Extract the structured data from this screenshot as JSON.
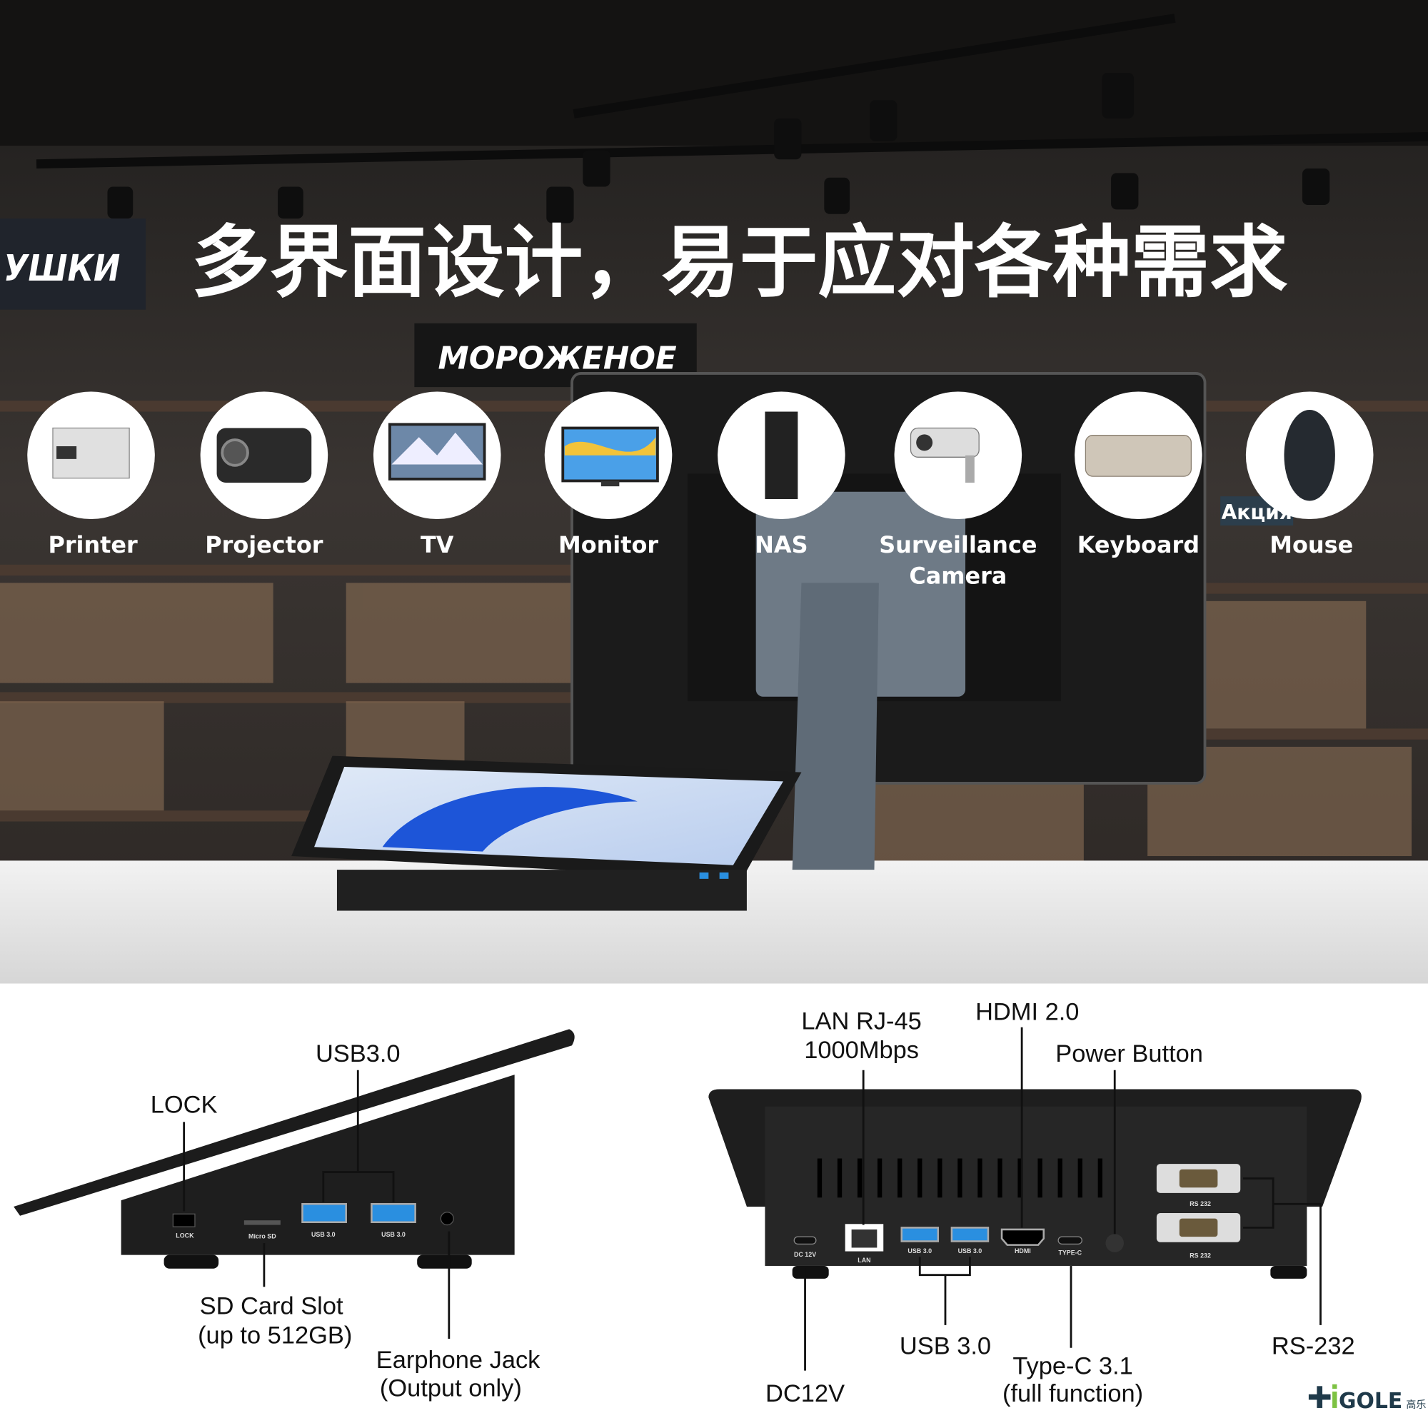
{
  "headline": "多界面设计，易于应对各种需求",
  "store_signs": {
    "left": "УШКИ",
    "center": "МОРОЖЕНОЕ",
    "right": "Акция"
  },
  "devices": [
    {
      "icon": "printer-icon",
      "label": "Printer"
    },
    {
      "icon": "projector-icon",
      "label": "Projector"
    },
    {
      "icon": "tv-icon",
      "label": "TV"
    },
    {
      "icon": "monitor-icon",
      "label": "Monitor"
    },
    {
      "icon": "nas-icon",
      "label": "NAS"
    },
    {
      "icon": "camera-icon",
      "label": "Surveillance",
      "label2": "Camera"
    },
    {
      "icon": "keyboard-icon",
      "label": "Keyboard"
    },
    {
      "icon": "mouse-icon",
      "label": "Mouse"
    }
  ],
  "side_view": {
    "callouts": {
      "lock": "LOCK",
      "usb": "USB3.0",
      "sd": "SD Card Slot",
      "sd2": "(up to 512GB)",
      "earphone": "Earphone Jack",
      "earphone2": "(Output only)"
    },
    "port_labels": {
      "lock": "LOCK",
      "sd": "Micro SD",
      "usb1": "USB 3.0",
      "usb2": "USB 3.0"
    }
  },
  "rear_view": {
    "callouts": {
      "lan": "LAN RJ-45",
      "lan2": "1000Mbps",
      "hdmi": "HDMI 2.0",
      "power": "Power Button",
      "usb": "USB 3.0",
      "typec": "Type-C 3.1",
      "typec2": "(full function)",
      "dc": "DC12V",
      "rs232": "RS-232"
    },
    "port_labels": {
      "dc": "DC 12V",
      "lan": "LAN",
      "usb1": "USB 3.0",
      "usb2": "USB 3.0",
      "hdmi": "HDMI",
      "typec": "TYPE-C",
      "rs1": "RS 232",
      "rs2": "RS 232"
    }
  },
  "brand": {
    "logo": "+iGOLE",
    "logo_cn": "高乐",
    "green": "#7dc243",
    "dark": "#1f3a4a"
  },
  "colors": {
    "usb_blue": "#2a8fe0",
    "bg_dark": "#2a2624"
  }
}
